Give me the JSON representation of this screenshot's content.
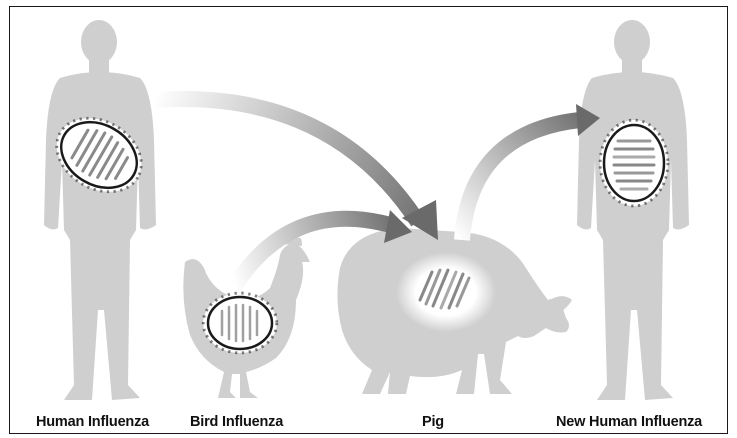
{
  "labels": {
    "human": "Human Influenza",
    "bird": "Bird Influenza",
    "pig": "Pig",
    "new_human": "New Human Influenza"
  },
  "colors": {
    "silhouette": "#cfcfcf",
    "arrow_dark": "#6e6e6e",
    "virus_outline": "#1a1a1a",
    "border": "#1a1a1a"
  }
}
